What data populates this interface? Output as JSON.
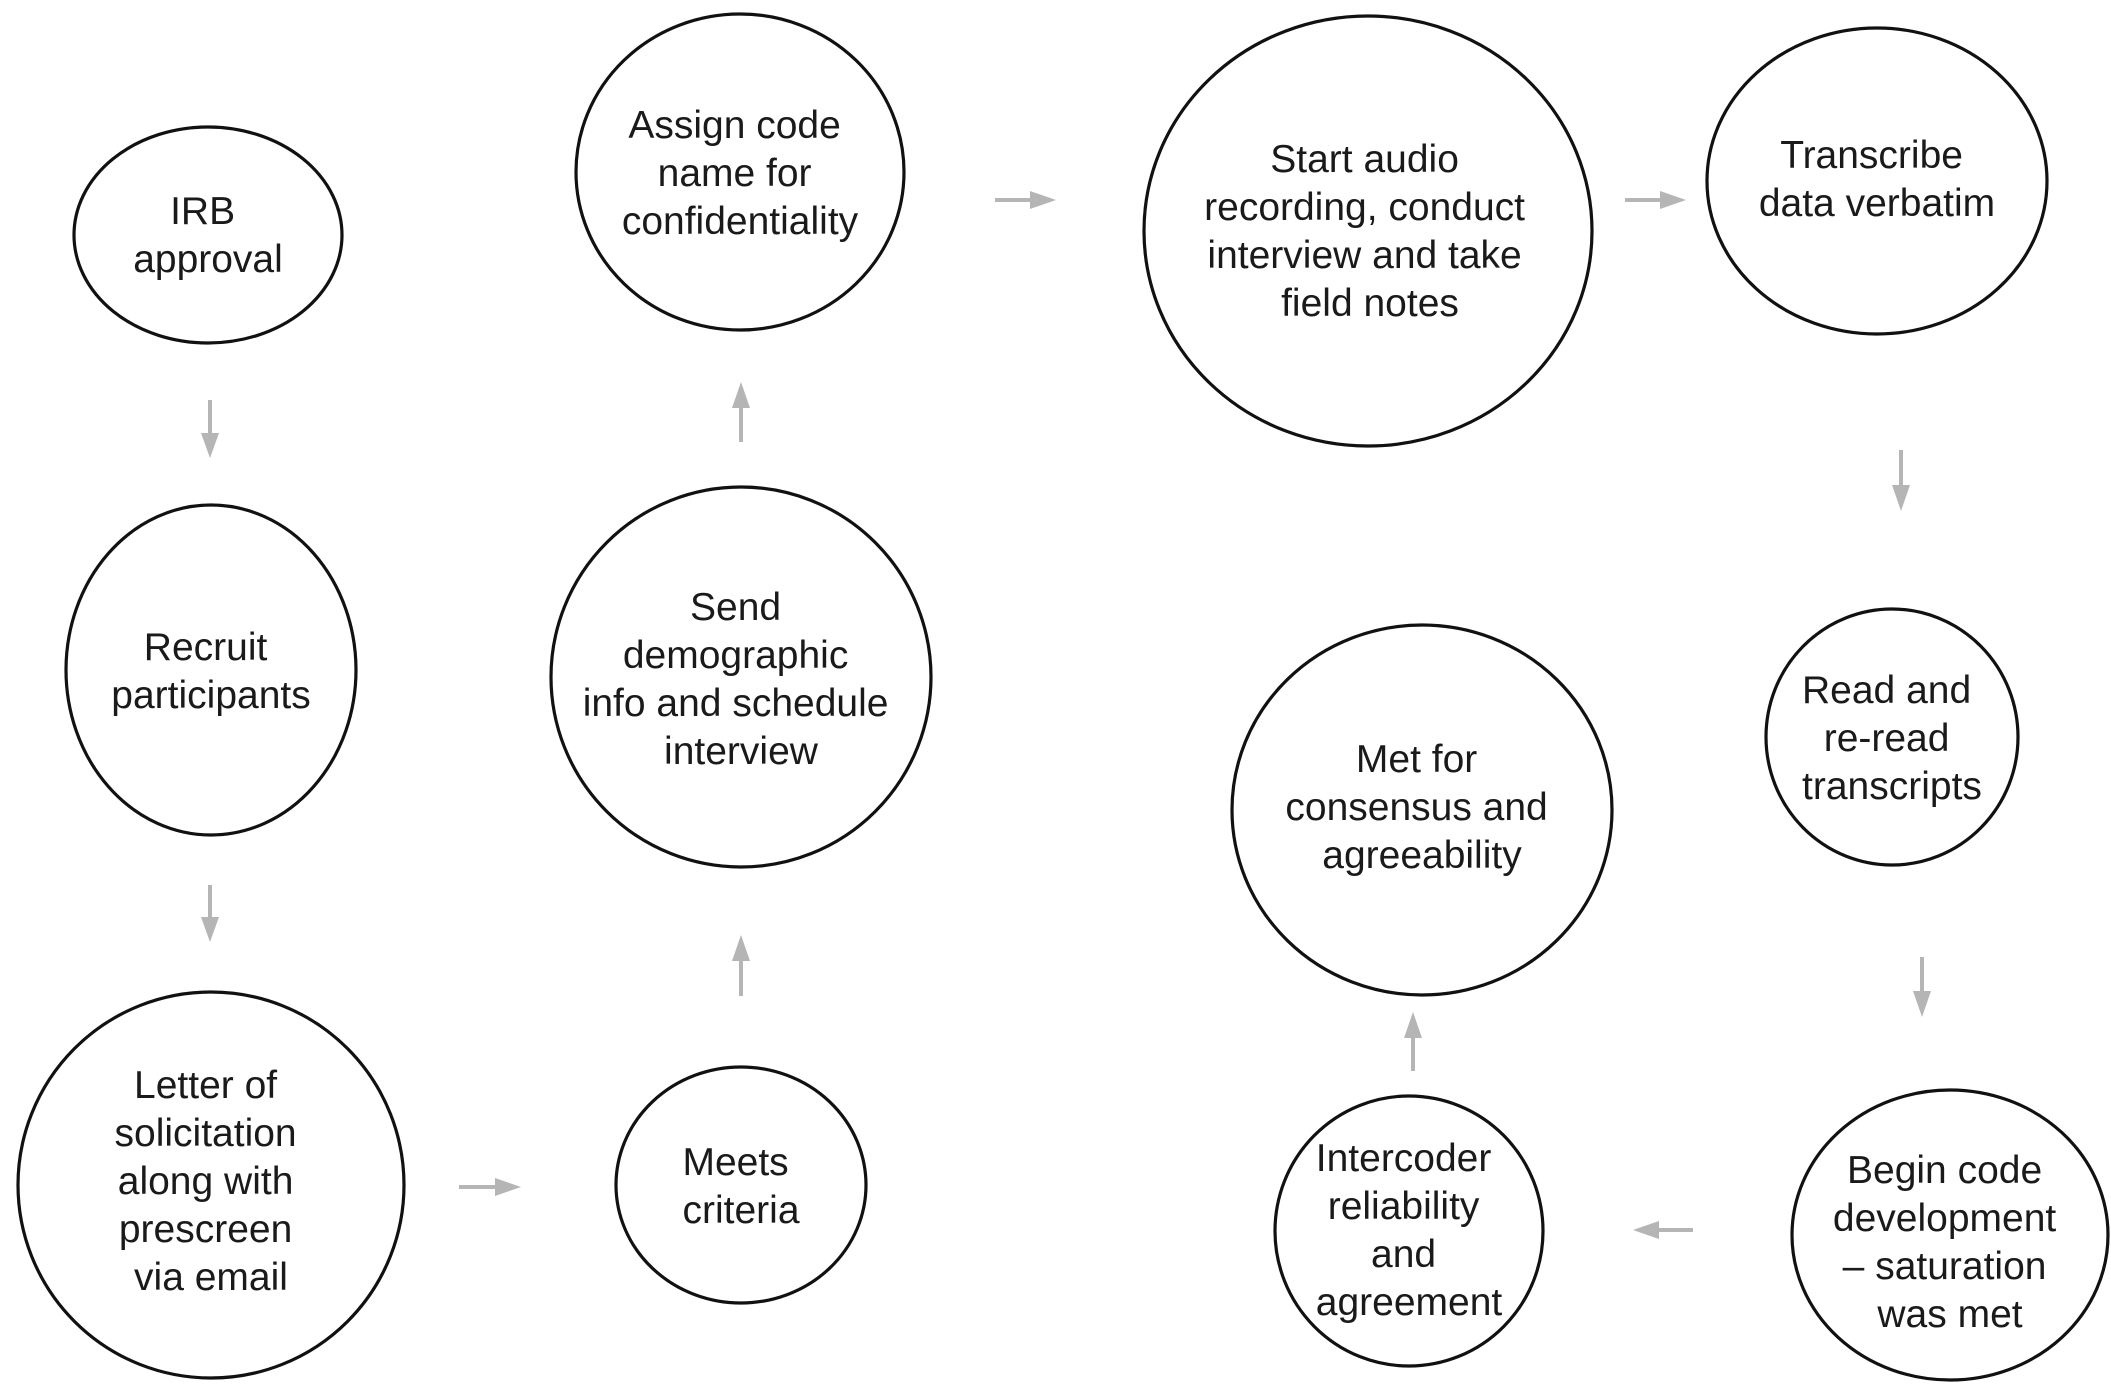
{
  "nodes": {
    "irb": [
      "IRB",
      "approval"
    ],
    "recruit": [
      "Recruit",
      "participants"
    ],
    "letter": [
      "Letter of",
      "solicitation",
      "along with",
      "prescreen",
      "via email"
    ],
    "meets": [
      "Meets",
      "criteria"
    ],
    "send": [
      "Send",
      "demographic",
      "info and schedule",
      "interview"
    ],
    "assign": [
      "Assign code",
      "name for",
      "confidentiality"
    ],
    "start": [
      "Start audio",
      "recording, conduct",
      "interview and take",
      "field notes"
    ],
    "transcribe": [
      "Transcribe",
      "data verbatim"
    ],
    "read": [
      "Read and",
      "re-read",
      "transcripts"
    ],
    "begin": [
      "Begin code",
      "development",
      "– saturation",
      "was met"
    ],
    "intercoder": [
      "Intercoder",
      "reliability",
      "and",
      "agreement"
    ],
    "met": [
      "Met for",
      "consensus and",
      "agreeability"
    ]
  },
  "colors": {
    "arrow": "#b5b5b5",
    "outline": "#111111",
    "text": "#1a1a1a"
  }
}
